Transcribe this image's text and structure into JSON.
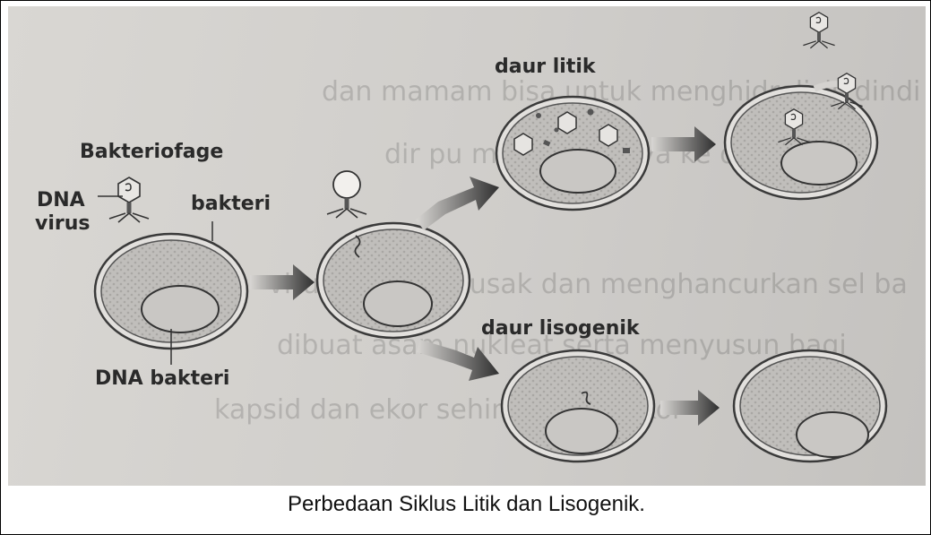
{
  "labels": {
    "bacteriophage": "Bakteriofage",
    "dna_virus_line1": "DNA",
    "dna_virus_line2": "virus",
    "bacterium": "bakteri",
    "dna_bacterium": "DNA bakteri",
    "lytic_cycle": "daur litik",
    "lysogenic_cycle": "daur lisogenik"
  },
  "caption": "Perbedaan Siklus Litik  dan Lisogenik.",
  "colors": {
    "background": "#d4d2cf",
    "cell_fill": "#bdbbb8",
    "cell_stroke": "#3a3a3a",
    "arrow": "#3c3c3c",
    "text": "#2a2a2a"
  }
}
